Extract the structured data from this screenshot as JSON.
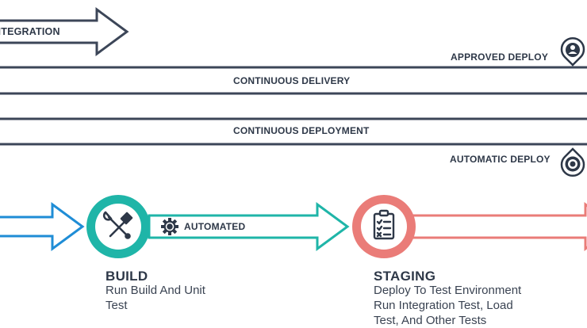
{
  "top_arrow": {
    "label": "NTEGRATION"
  },
  "approved_deploy": {
    "label": "APPROVED DEPLOY",
    "icon": "user-pin-icon"
  },
  "continuous_delivery": {
    "label": "CONTINUOUS DELIVERY"
  },
  "continuous_deployment": {
    "label": "CONTINUOUS DEPLOYMENT"
  },
  "automatic_deploy": {
    "label": "AUTOMATIC DEPLOY",
    "icon": "gear-pin-icon"
  },
  "automated": {
    "label": "AUTOMATED",
    "icon": "gear-icon"
  },
  "stages": [
    {
      "title": "BUILD",
      "desc_lines": [
        "Run Build And Unit",
        "Test"
      ],
      "icon": "hammer-wrench-icon"
    },
    {
      "title": "STAGING",
      "desc_lines": [
        "Deploy To Test Environment",
        "Run Integration Test, Load",
        "Test, And Other Tests"
      ],
      "icon": "checklist-icon"
    }
  ],
  "colors": {
    "dark": "#2e3848",
    "blue": "#1f8dd6",
    "teal": "#1fb5a8",
    "salmon": "#ea7c78"
  }
}
